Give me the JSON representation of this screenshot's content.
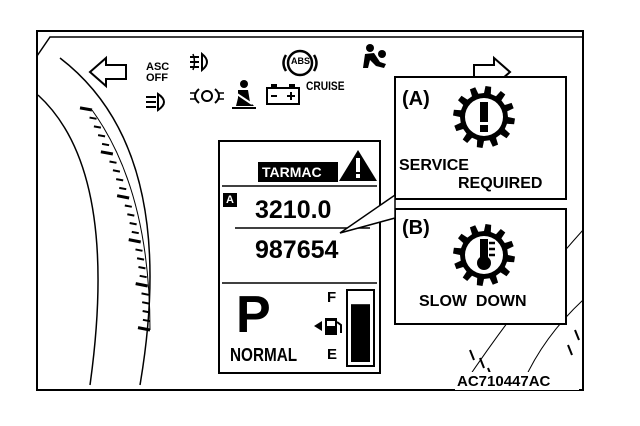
{
  "figure_id": "AC710447AC",
  "indicators": {
    "asc_off_line1": "ASC",
    "asc_off_line2": "OFF",
    "abs": "ABS",
    "cruise": "CRUISE"
  },
  "display": {
    "mode": "TARMAC",
    "trip_marker": "A",
    "trip_value": "3210.0",
    "odometer": "987654",
    "gear": "P",
    "drive_mode": "NORMAL",
    "fuel_full": "F",
    "fuel_empty": "E",
    "fuel_level": 0.85
  },
  "callout_a": {
    "tag": "(A)",
    "line1": "SERVICE",
    "line2": "REQUIRED"
  },
  "callout_b": {
    "tag": "(B)",
    "line1": "SLOW  DOWN"
  },
  "icons": [
    "turn-left-arrow-icon",
    "turn-right-arrow-icon",
    "front-fog-light-icon",
    "high-beam-icon",
    "position-light-icon",
    "seatbelt-icon",
    "battery-icon",
    "airbag-icon",
    "warning-triangle-icon",
    "service-gear-icon",
    "temperature-gear-icon",
    "fuel-pump-icon"
  ]
}
